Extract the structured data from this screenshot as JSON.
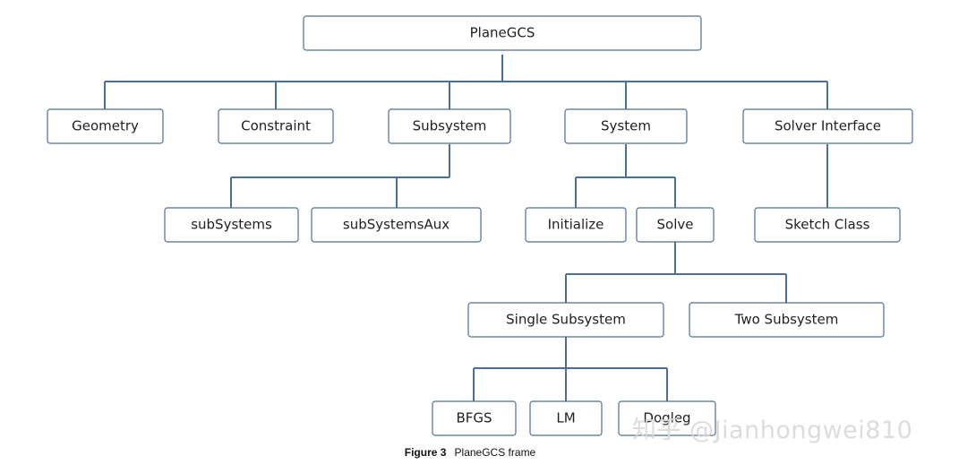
{
  "diagram": {
    "nodes": {
      "planegcs": "PlaneGCS",
      "geometry": "Geometry",
      "constraint": "Constraint",
      "subsystem": "Subsystem",
      "system": "System",
      "solver_interface": "Solver Interface",
      "subsystems": "subSystems",
      "subsystems_aux": "subSystemsAux",
      "initialize": "Initialize",
      "solve": "Solve",
      "sketch_class": "Sketch Class",
      "single_subsystem": "Single Subsystem",
      "two_subsystem": "Two Subsystem",
      "bfgs": "BFGS",
      "lm": "LM",
      "dogleg": "Dogleg"
    },
    "edges": [
      [
        "planegcs",
        "geometry"
      ],
      [
        "planegcs",
        "constraint"
      ],
      [
        "planegcs",
        "subsystem"
      ],
      [
        "planegcs",
        "system"
      ],
      [
        "planegcs",
        "solver_interface"
      ],
      [
        "subsystem",
        "subsystems"
      ],
      [
        "subsystem",
        "subsystems_aux"
      ],
      [
        "system",
        "initialize"
      ],
      [
        "system",
        "solve"
      ],
      [
        "solver_interface",
        "sketch_class"
      ],
      [
        "solve",
        "single_subsystem"
      ],
      [
        "solve",
        "two_subsystem"
      ],
      [
        "single_subsystem",
        "bfgs"
      ],
      [
        "single_subsystem",
        "lm"
      ],
      [
        "single_subsystem",
        "dogleg"
      ]
    ]
  },
  "caption": {
    "label": "Figure 3",
    "text": "PlaneGCS frame"
  },
  "watermark": {
    "text": "知乎 @Jianhongwei810"
  }
}
